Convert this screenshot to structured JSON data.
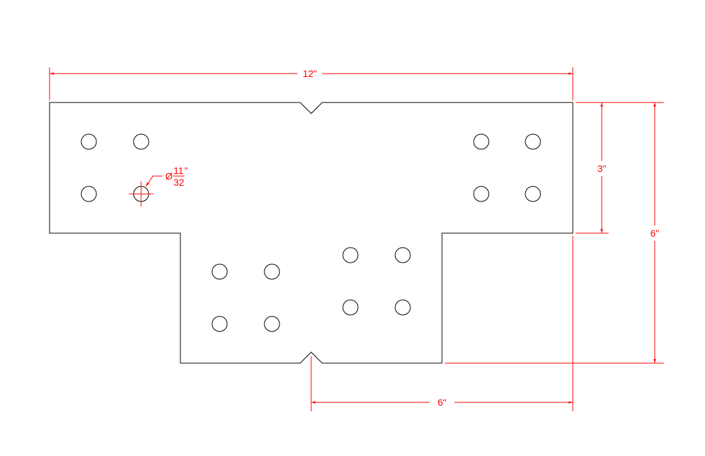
{
  "drawing": {
    "colors": {
      "outline": "#000000",
      "dimension": "#ff0000",
      "background": "#ffffff"
    },
    "dimensions": {
      "overall_width": "12\"",
      "upper_height": "3\"",
      "total_height": "6\"",
      "notch_offset": "6\""
    },
    "hole_callout": {
      "symbol": "Ø",
      "numerator": "11",
      "denominator": "32",
      "unit": "\""
    }
  }
}
